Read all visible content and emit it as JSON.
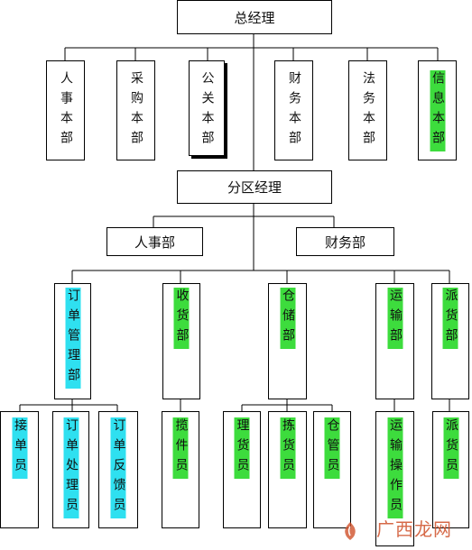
{
  "general_manager": "总经理",
  "hq_departments": [
    "人事本部",
    "采购本部",
    "公关本部",
    "财务本部",
    "法务本部",
    "信息本部"
  ],
  "branch_manager": "分区经理",
  "branch_staff": [
    "人事部",
    "财务部"
  ],
  "branch_departments": [
    "订单管理部",
    "收货部",
    "仓储部",
    "运输部",
    "派货部"
  ],
  "roles": [
    "接单员",
    "订单处理员",
    "订单反馈员",
    "揽件员",
    "理货员",
    "拣货员",
    "仓管员",
    "运输操作员",
    "派货员"
  ],
  "watermark": "广西龙网",
  "colors": {
    "highlight_green": "#3ddc3d",
    "highlight_cyan": "#2fe0f0",
    "line": "#000000"
  }
}
